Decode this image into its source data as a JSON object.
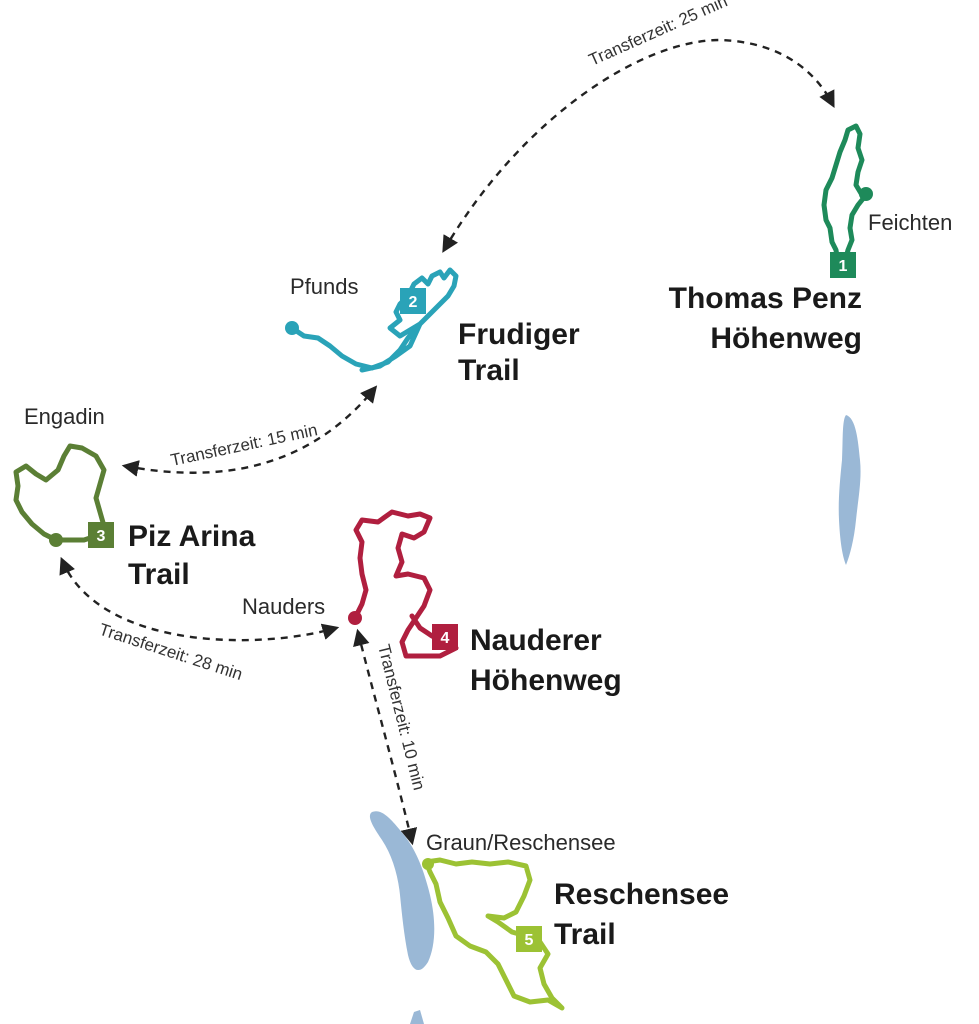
{
  "colors": {
    "trail1": "#1e8a5a",
    "trail2": "#2aa3b8",
    "trail3": "#5b7f35",
    "trail4": "#b01f3f",
    "trail5": "#9cc234",
    "lake": "#9ab8d6",
    "arrow": "#222222"
  },
  "trails": [
    {
      "number": "1",
      "title_line1": "Thomas Penz",
      "title_line2": "Höhenweg",
      "start": "Feichten"
    },
    {
      "number": "2",
      "title_line1": "Frudiger",
      "title_line2": "Trail",
      "start": "Pfunds"
    },
    {
      "number": "3",
      "title_line1": "Piz Arina",
      "title_line2": "Trail",
      "start": "Engadin"
    },
    {
      "number": "4",
      "title_line1": "Nauderer",
      "title_line2": "Höhenweg",
      "start": "Nauders"
    },
    {
      "number": "5",
      "title_line1": "Reschensee",
      "title_line2": "Trail",
      "start": "Graun/Reschensee"
    }
  ],
  "transfers": [
    {
      "text": "Transferzeit: 25 min"
    },
    {
      "text": "Transferzeit: 15 min"
    },
    {
      "text": "Transferzeit: 28 min"
    },
    {
      "text": "Transferzeit: 10 min"
    }
  ]
}
